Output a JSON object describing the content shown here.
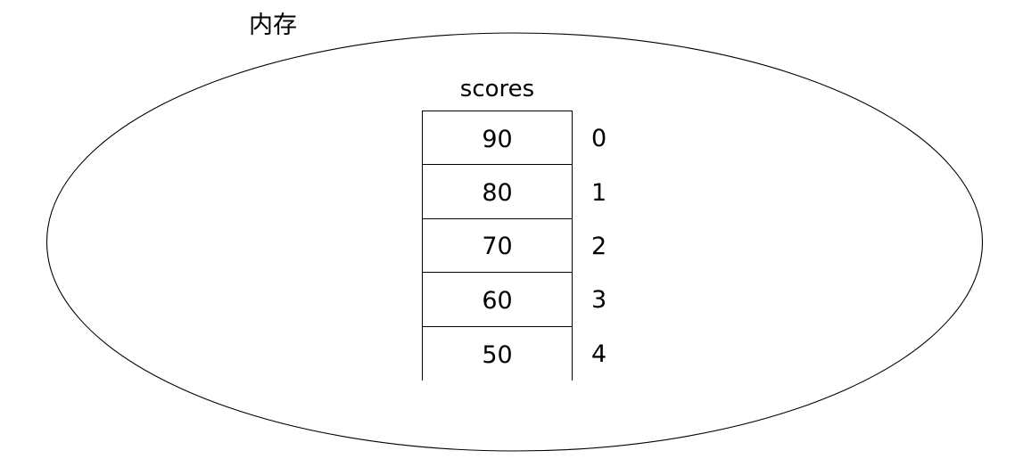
{
  "diagram": {
    "region_label": "内存",
    "array": {
      "name": "scores",
      "cells": [
        {
          "value": "90",
          "index": "0"
        },
        {
          "value": "80",
          "index": "1"
        },
        {
          "value": "70",
          "index": "2"
        },
        {
          "value": "60",
          "index": "3"
        },
        {
          "value": "50",
          "index": "4"
        }
      ]
    },
    "colors": {
      "stroke": "#000000",
      "background": "#ffffff",
      "text": "#000000"
    }
  }
}
